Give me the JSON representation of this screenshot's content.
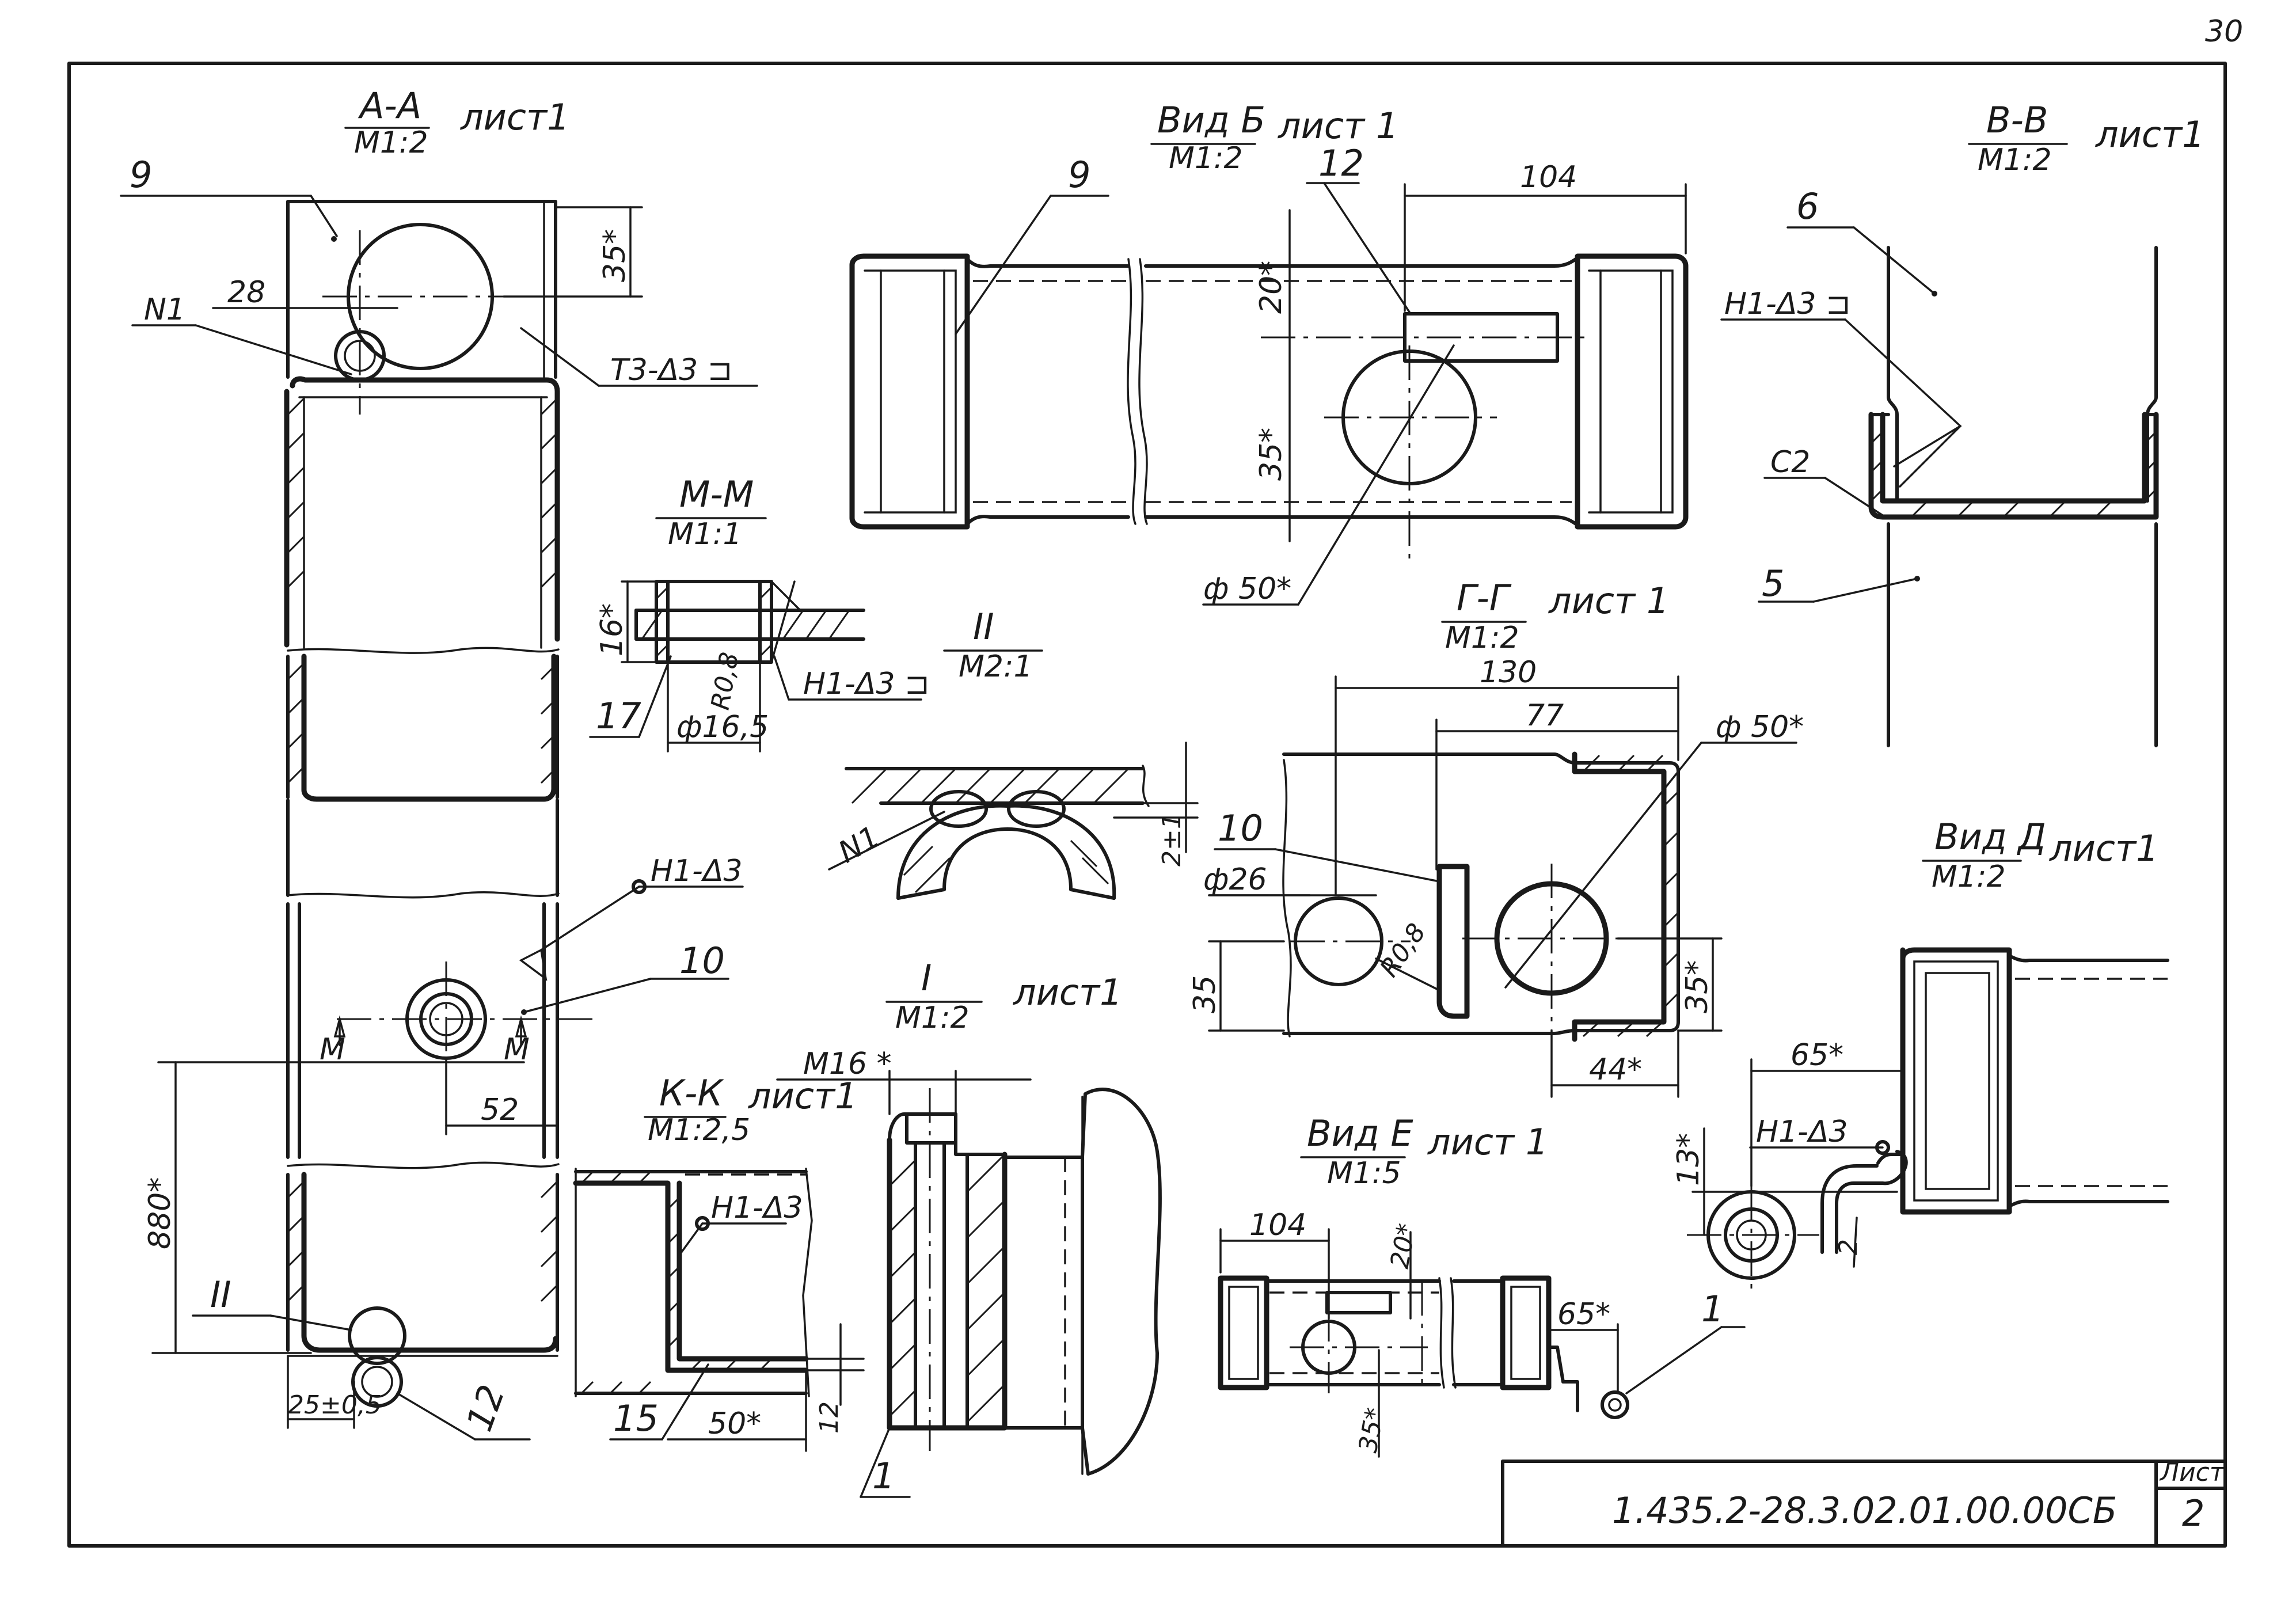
{
  "page_number": "30",
  "title_block": {
    "document_code": "1.435.2-28.3.02.01.00.00СБ",
    "sheet_label": "Лист",
    "sheet_number": "2"
  },
  "views": {
    "section_aa": {
      "name": "А-А",
      "scale": "М1:2",
      "ref": "лист1"
    },
    "view_b": {
      "name": "Вид Б",
      "scale": "М1:2",
      "ref": "лист 1"
    },
    "section_vv": {
      "name": "В-В",
      "scale": "М1:2",
      "ref": "лист1"
    },
    "section_mm": {
      "name": "М-М",
      "scale": "М1:1"
    },
    "detail_ii": {
      "name": "II",
      "scale": "М2:1"
    },
    "section_gg": {
      "name": "Г-Г",
      "scale": "М1:2",
      "ref": "лист 1"
    },
    "view_d": {
      "name": "Вид Д",
      "scale": "М1:2",
      "ref": "лист1"
    },
    "detail_i": {
      "name": "I",
      "scale": "М1:2",
      "ref": "лист1"
    },
    "section_kk": {
      "name": "К-К",
      "scale": "М1:2,5",
      "ref": "лист1"
    },
    "view_e": {
      "name": "Вид Е",
      "scale": "М1:5",
      "ref": "лист 1"
    }
  },
  "dimensions": {
    "aa_35": "35*",
    "aa_28": "28",
    "aa_52": "52",
    "aa_880": "880*",
    "aa_25": "25±0,5",
    "b_104": "104",
    "b_20": "20*",
    "b_35": "35*",
    "b_d50": "ф 50*",
    "mm_16": "16*",
    "mm_d16": "ф16,5",
    "mm_r": "R0,8",
    "ii_2": "2±1",
    "gg_130": "130",
    "gg_77": "77",
    "gg_d50": "ф 50*",
    "gg_d26": "ф26",
    "gg_r": "R0,8",
    "gg_35": "35",
    "gg_35s": "35*",
    "gg_44": "44*",
    "d_65": "65*",
    "d_13": "13*",
    "d_2": "2",
    "i_m16": "М16 *",
    "kk_50": "50*",
    "kk_12": "12",
    "e_104": "104",
    "e_20": "20*",
    "e_65": "65*",
    "e_35": "35*"
  },
  "callouts": {
    "p9a": "9",
    "pN1a": "N1",
    "weld_t3": "Т3-Δ3 ⊐",
    "weld_h1a": "Н1-Δ3",
    "p10a": "10",
    "mark_m": "М",
    "pIIa": "II",
    "p12a": "12",
    "p9b": "9",
    "p12b": "12",
    "p6": "6",
    "weld_h1v": "Н1-Δ3 ⊐",
    "c2": "С2",
    "p5": "5",
    "p17": "17",
    "weld_h1m": "Н1-Δ3 ⊐",
    "pN1ii": "N1",
    "p10g": "10",
    "weld_h1d": "Н1-Δ3",
    "p1i": "1",
    "weld_h1k": "Н1-Δ3",
    "p15": "15",
    "p1e": "1"
  }
}
